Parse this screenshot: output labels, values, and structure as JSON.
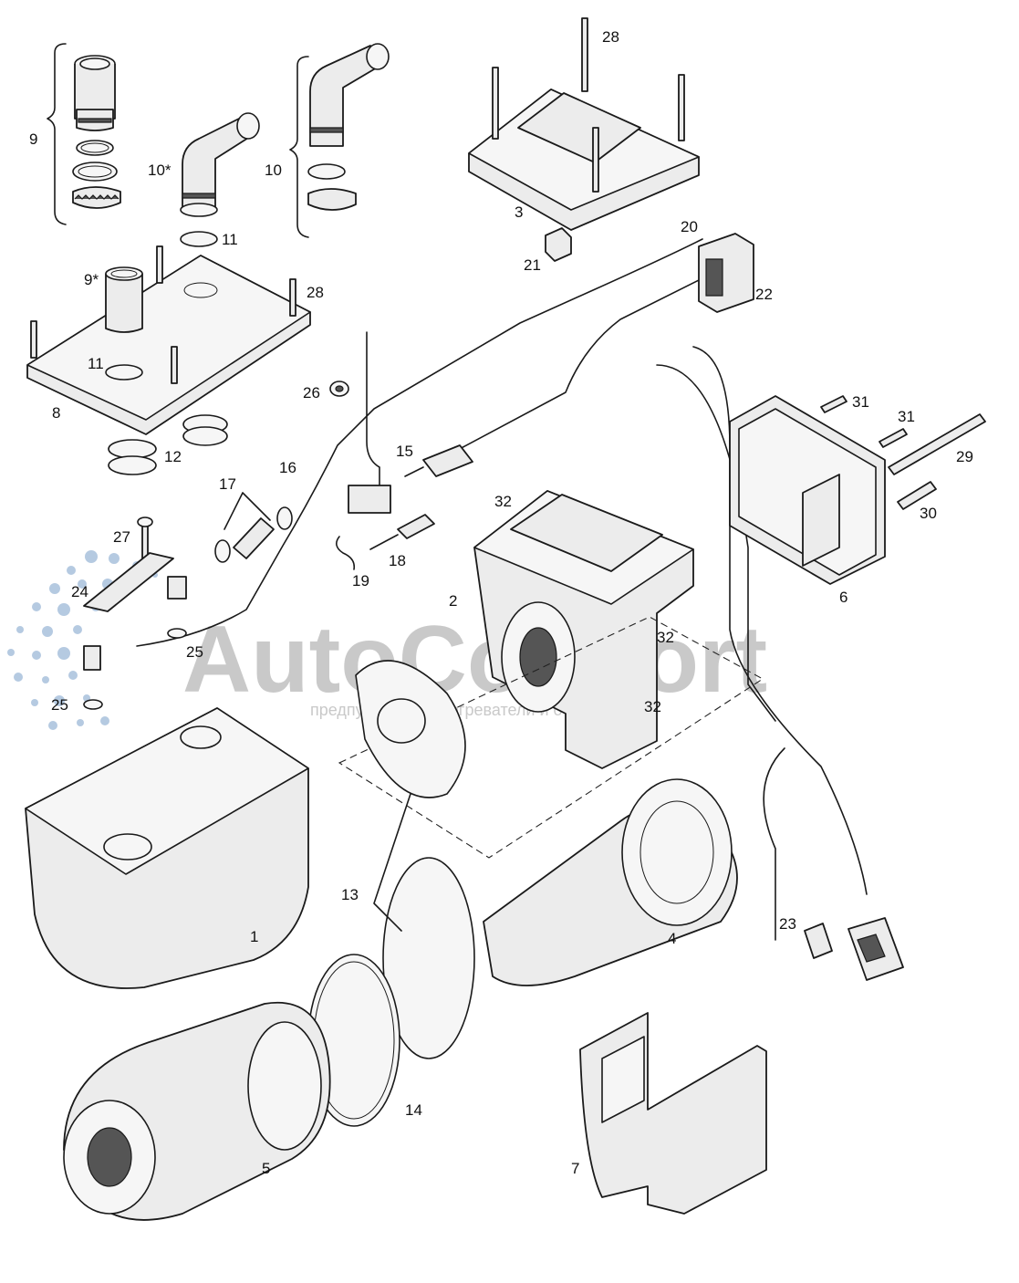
{
  "watermark": {
    "brand_word": "AutoComfort",
    "tagline": "предпусковые подогреватели и отопители",
    "dot_color": "#a9c1dc",
    "text_color": "#c9c9c9"
  },
  "callouts": {
    "c1": "1",
    "c2": "2",
    "c3": "3",
    "c4": "4",
    "c5": "5",
    "c6": "6",
    "c7": "7",
    "c8": "8",
    "c9": "9",
    "c9s": "9*",
    "c10": "10",
    "c10s": "10*",
    "c11a": "11",
    "c11b": "11",
    "c12": "12",
    "c13": "13",
    "c14": "14",
    "c15": "15",
    "c16": "16",
    "c17": "17",
    "c18": "18",
    "c19": "19",
    "c20": "20",
    "c21": "21",
    "c22": "22",
    "c23": "23",
    "c24": "24",
    "c25a": "25",
    "c25b": "25",
    "c26": "26",
    "c27": "27",
    "c28a": "28",
    "c28b": "28",
    "c29": "29",
    "c30": "30",
    "c31a": "31",
    "c31b": "31",
    "c32a": "32",
    "c32b": "32",
    "c32c": "32"
  }
}
